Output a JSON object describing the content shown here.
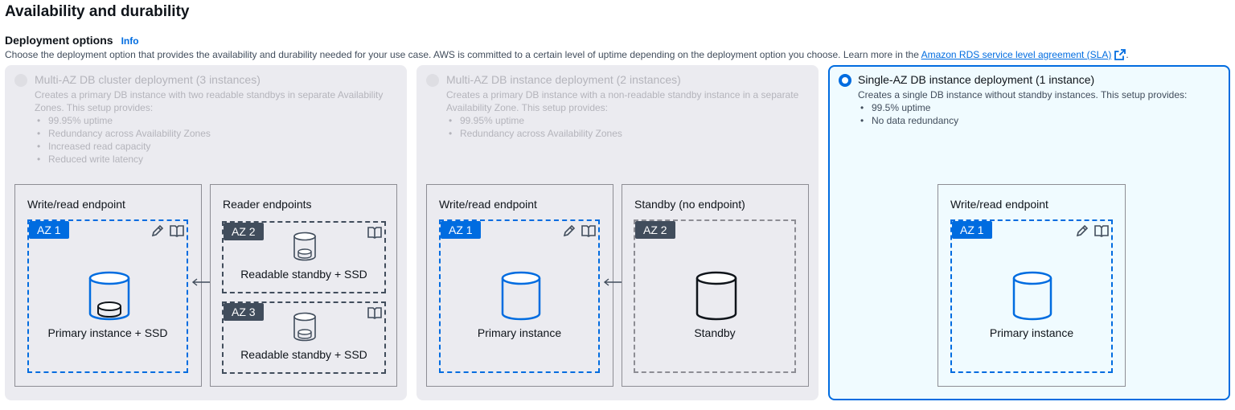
{
  "section": {
    "title": "Availability and durability"
  },
  "field": {
    "label": "Deployment options",
    "info": "Info",
    "description": "Choose the deployment option that provides the availability and durability needed for your use case. AWS is committed to a certain level of uptime depending on the deployment option you choose. Learn more in the ",
    "link": "Amazon RDS service level agreement (SLA)",
    "after_link": "."
  },
  "options": [
    {
      "title": "Multi-AZ DB cluster deployment (3 instances)",
      "description": "Creates a primary DB instance with two readable standbys in separate Availability Zones. This setup provides:",
      "bullets": [
        "99.95% uptime",
        "Redundancy across Availability Zones",
        "Increased read capacity",
        "Reduced write latency"
      ],
      "selected": false,
      "diagram": {
        "write_label": "Write/read endpoint",
        "reader_label": "Reader endpoints",
        "az1": "AZ 1",
        "az2": "AZ 2",
        "az3": "AZ 3",
        "primary_caption": "Primary instance + SSD",
        "standby1_caption": "Readable standby + SSD",
        "standby2_caption": "Readable standby + SSD"
      }
    },
    {
      "title": "Multi-AZ DB instance deployment (2 instances)",
      "description": "Creates a primary DB instance with a non-readable standby instance in a separate Availability Zone. This setup provides:",
      "bullets": [
        "99.95% uptime",
        "Redundancy across Availability Zones"
      ],
      "selected": false,
      "diagram": {
        "write_label": "Write/read endpoint",
        "standby_label": "Standby (no endpoint)",
        "az1": "AZ 1",
        "az2": "AZ 2",
        "primary_caption": "Primary instance",
        "standby_caption": "Standby"
      }
    },
    {
      "title": "Single-AZ DB instance deployment (1 instance)",
      "description": "Creates a single DB instance without standby instances. This setup provides:",
      "bullets": [
        "99.5% uptime",
        "No data redundancy"
      ],
      "selected": true,
      "diagram": {
        "write_label": "Write/read endpoint",
        "az1": "AZ 1",
        "primary_caption": "Primary instance"
      }
    }
  ],
  "colors": {
    "accent": "#006ce0",
    "selected_bg": "#f0fbff",
    "disabled_bg": "#ebebf0",
    "dark": "#414d5c"
  },
  "icons": [
    "edit-icon",
    "book-icon",
    "database-icon",
    "external-link-icon",
    "bidirectional-arrow-icon"
  ]
}
